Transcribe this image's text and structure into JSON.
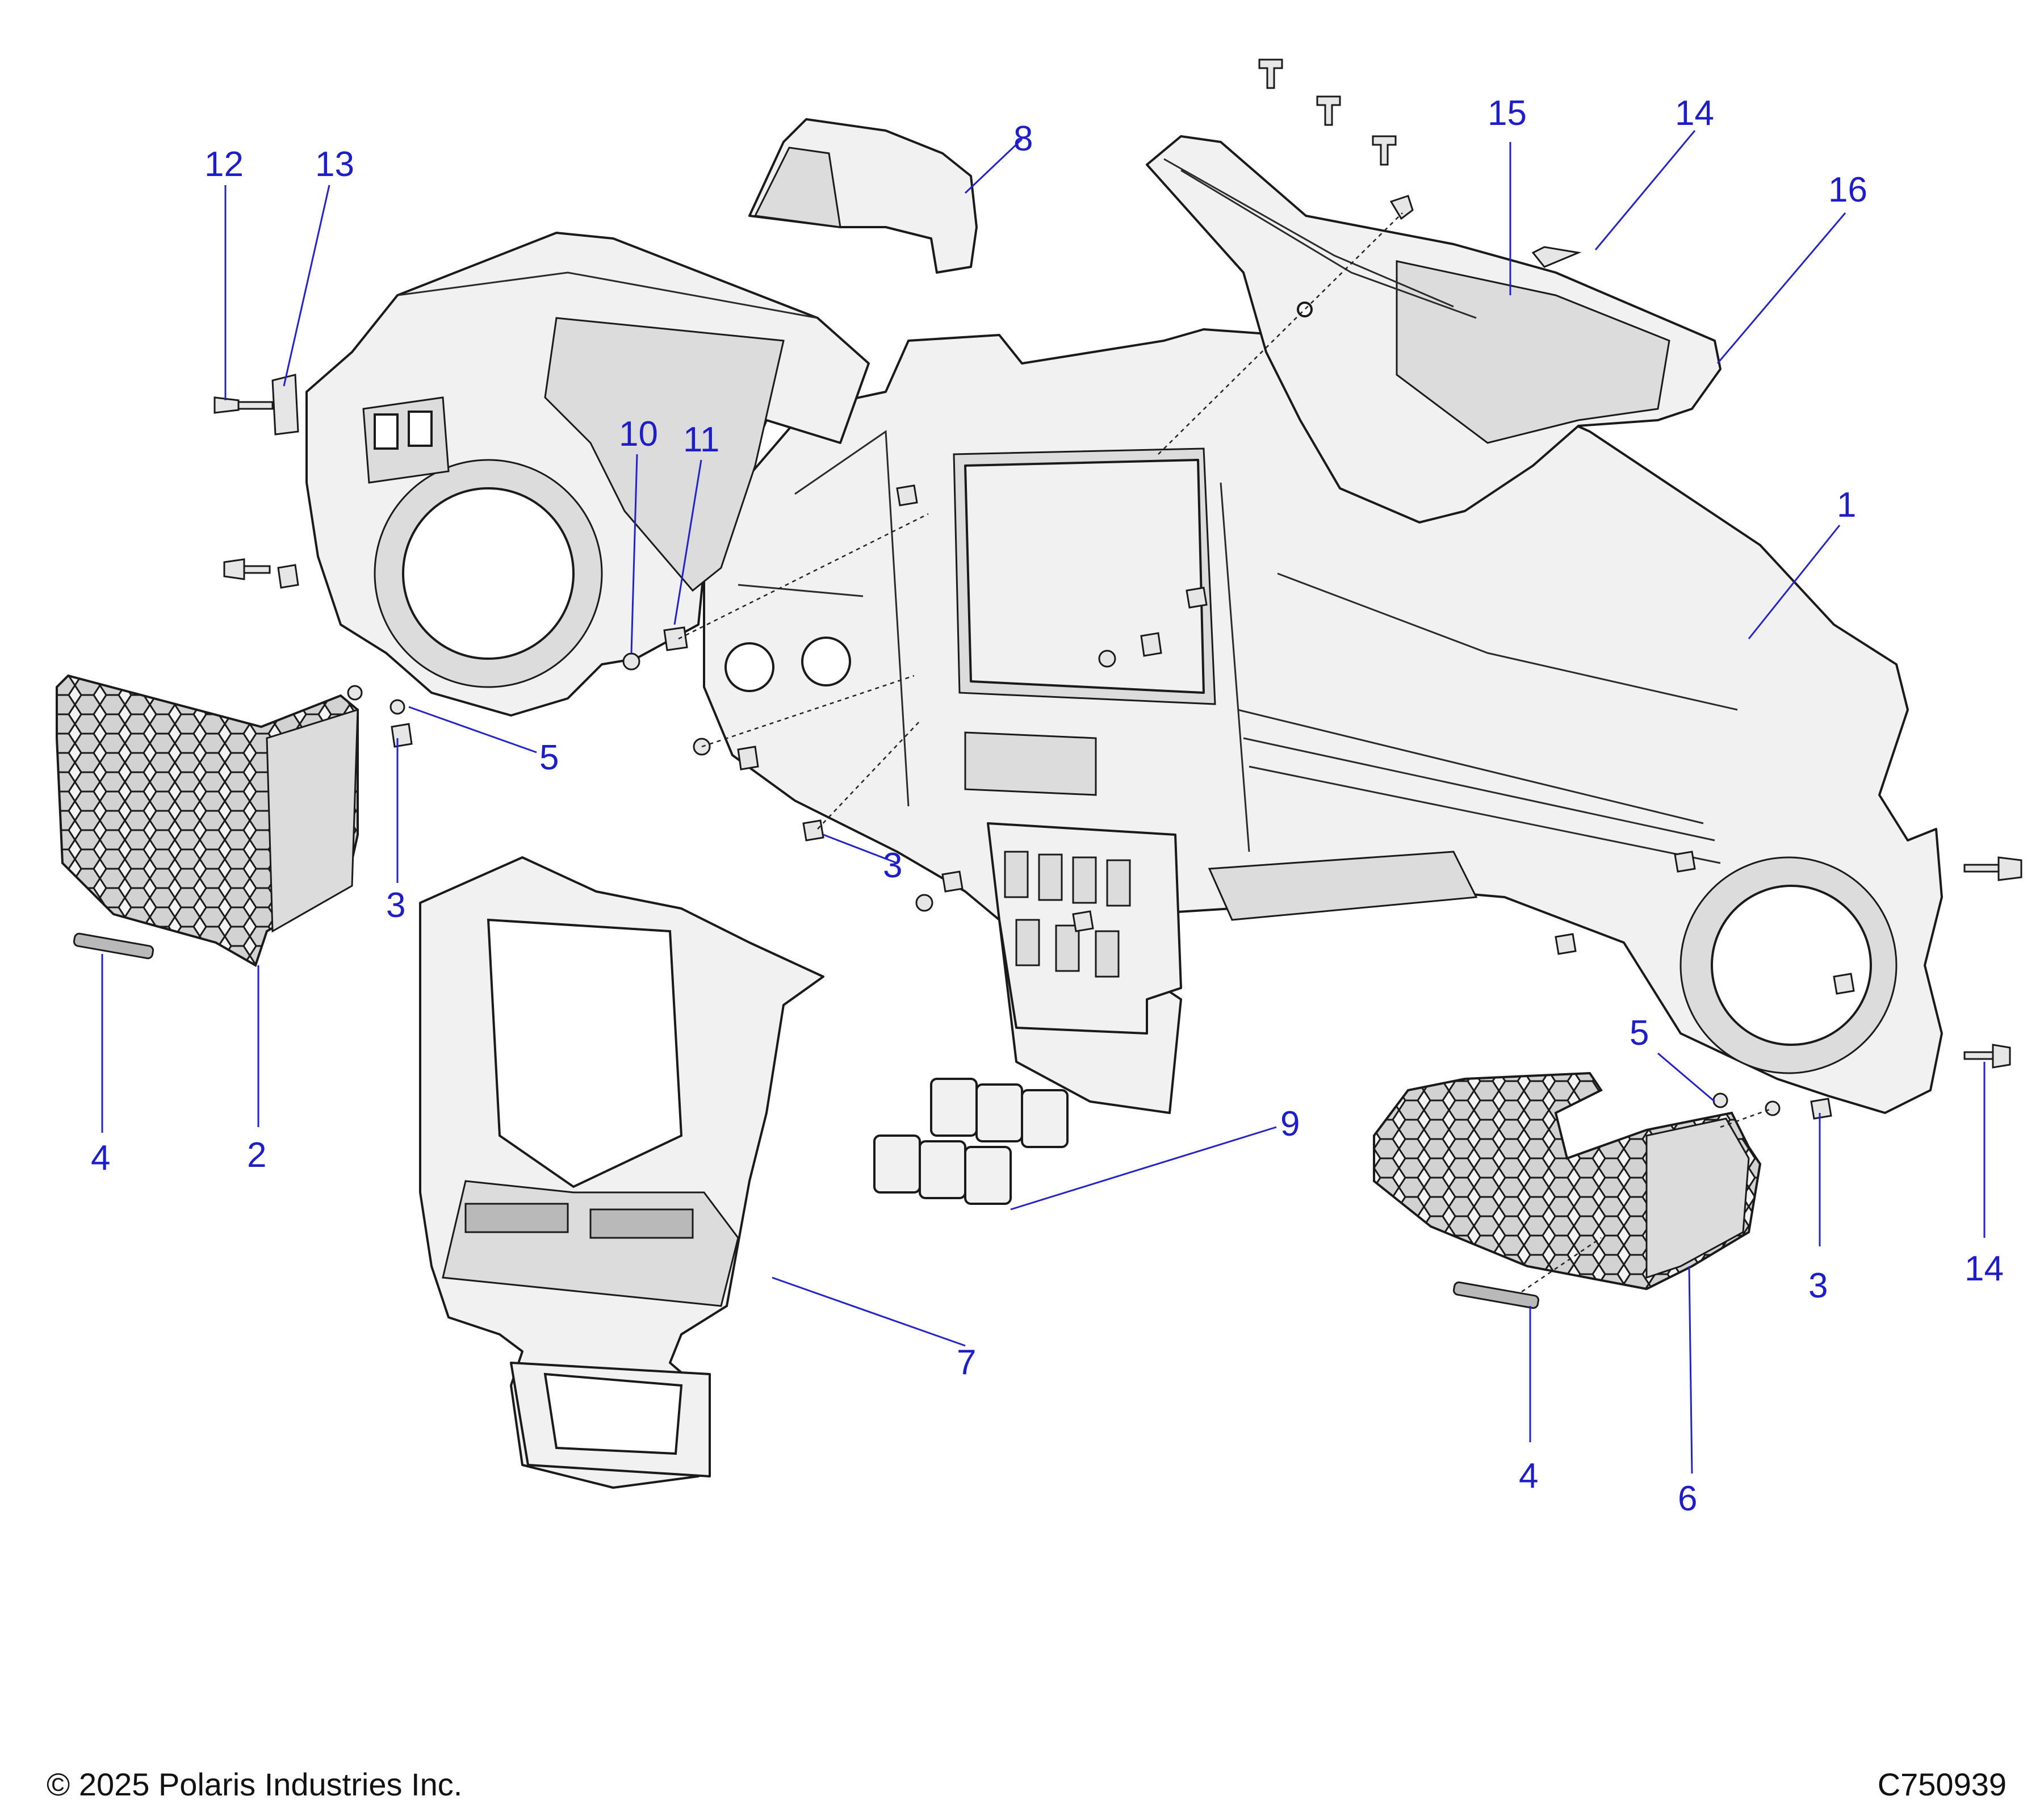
{
  "callouts": {
    "c1": "1",
    "c2": "2",
    "c3a": "3",
    "c3b": "3",
    "c3c": "3",
    "c4a": "4",
    "c4b": "4",
    "c5a": "5",
    "c5b": "5",
    "c6": "6",
    "c7": "7",
    "c8": "8",
    "c9": "9",
    "c10": "10",
    "c11": "11",
    "c12": "12",
    "c13": "13",
    "c14a": "14",
    "c14b": "14",
    "c15": "15",
    "c16": "16"
  },
  "footer": {
    "copyright": "© 2025 Polaris Industries Inc.",
    "diagram_id": "C750939"
  },
  "colors": {
    "callout_blue": "#1e1ec8",
    "line_art": "#1a1a1a",
    "part_fill": "#f1f1f1"
  }
}
